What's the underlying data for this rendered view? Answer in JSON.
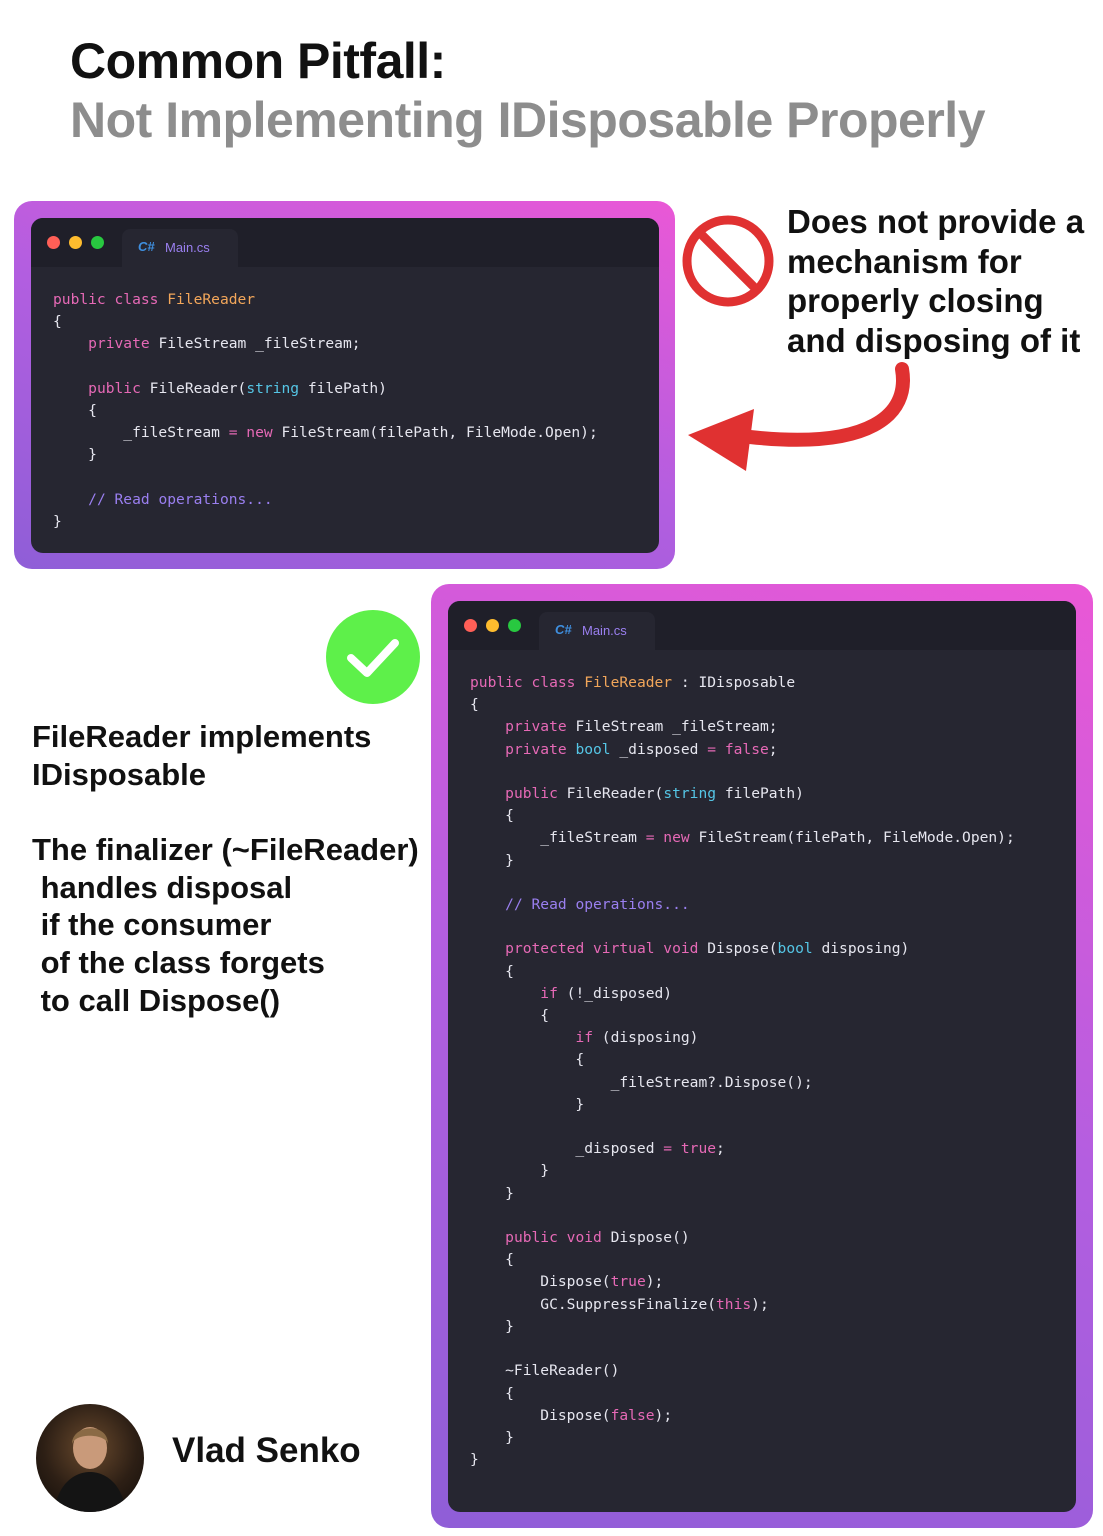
{
  "title": {
    "line1": "Common Pitfall:",
    "line2": "Not Implementing IDisposable Properly"
  },
  "bad_example": {
    "tab_lang": "C#",
    "tab_name": "Main.cs",
    "callout": [
      "Does not provide a",
      "mechanism for",
      "properly closing",
      "and disposing of it"
    ]
  },
  "good_example": {
    "tab_lang": "C#",
    "tab_name": "Main.cs",
    "explanation_1": [
      "FileReader implements",
      "IDisposable"
    ],
    "explanation_2": [
      "The finalizer (~FileReader)",
      " handles disposal",
      " if the consumer",
      " of the class forgets",
      " to call Dispose()"
    ]
  },
  "author": {
    "name": "Vlad Senko"
  },
  "colors": {
    "frame_start": "#ea58d6",
    "frame_end": "#8f5ed7",
    "editor_bg": "#262631",
    "keyword": "#e669b6",
    "class_name": "#f2a65a",
    "type": "#55c6e6",
    "comment": "#9a7ff0",
    "error_red": "#e03131",
    "success_green": "#5ef04a"
  },
  "icons": {
    "bad": "prohibited-icon",
    "good": "checkmark-icon",
    "arrow": "curved-arrow-icon"
  }
}
